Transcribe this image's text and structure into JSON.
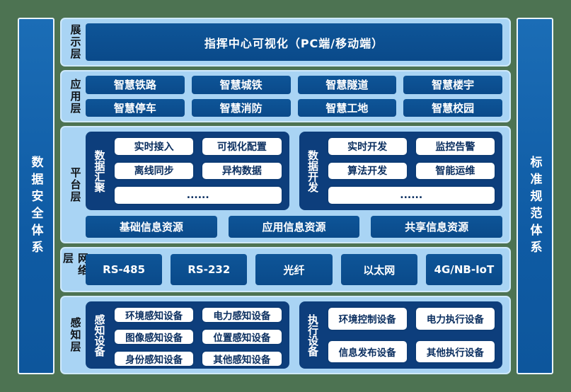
{
  "colors": {
    "background_green": "#4d7352",
    "panel_blue": "#a9d4f4",
    "panel_border": "#cfe9fc",
    "bar_blue": "#1b6db6",
    "navy_box": "#0b4d8e",
    "deep_container": "#0d3e7c",
    "white_box_border": "#0d3c76",
    "white_box_text": "#0b2f60"
  },
  "left_bar": {
    "label": "数据安全体系"
  },
  "right_bar": {
    "label": "标准规范体系"
  },
  "presentation": {
    "label": "展示层",
    "title": "指挥中心可视化（PC端/移动端）"
  },
  "application": {
    "label": "应用层",
    "items": [
      "智慧铁路",
      "智慧城铁",
      "智慧隧道",
      "智慧楼宇",
      "智慧停车",
      "智慧消防",
      "智慧工地",
      "智慧校园"
    ]
  },
  "platform": {
    "label": "平台层",
    "groups": [
      {
        "title": "数据汇聚",
        "items": [
          "实时接入",
          "可视化配置",
          "离线同步",
          "异构数据"
        ],
        "more": "......"
      },
      {
        "title": "数据开发",
        "items": [
          "实时开发",
          "监控告警",
          "算法开发",
          "智能运维"
        ],
        "more": "......"
      }
    ],
    "resources": [
      "基础信息资源",
      "应用信息资源",
      "共享信息资源"
    ]
  },
  "network": {
    "label": "网络层",
    "items": [
      "RS-485",
      "RS-232",
      "光纤",
      "以太网",
      "4G/NB-IoT"
    ]
  },
  "perception": {
    "label": "感知层",
    "groups": [
      {
        "title": "感知设备",
        "items": [
          "环境感知设备",
          "电力感知设备",
          "图像感知设备",
          "位置感知设备",
          "身份感知设备",
          "其他感知设备"
        ]
      },
      {
        "title": "执行设备",
        "items": [
          "环境控制设备",
          "电力执行设备",
          "信息发布设备",
          "其他执行设备"
        ]
      }
    ]
  }
}
